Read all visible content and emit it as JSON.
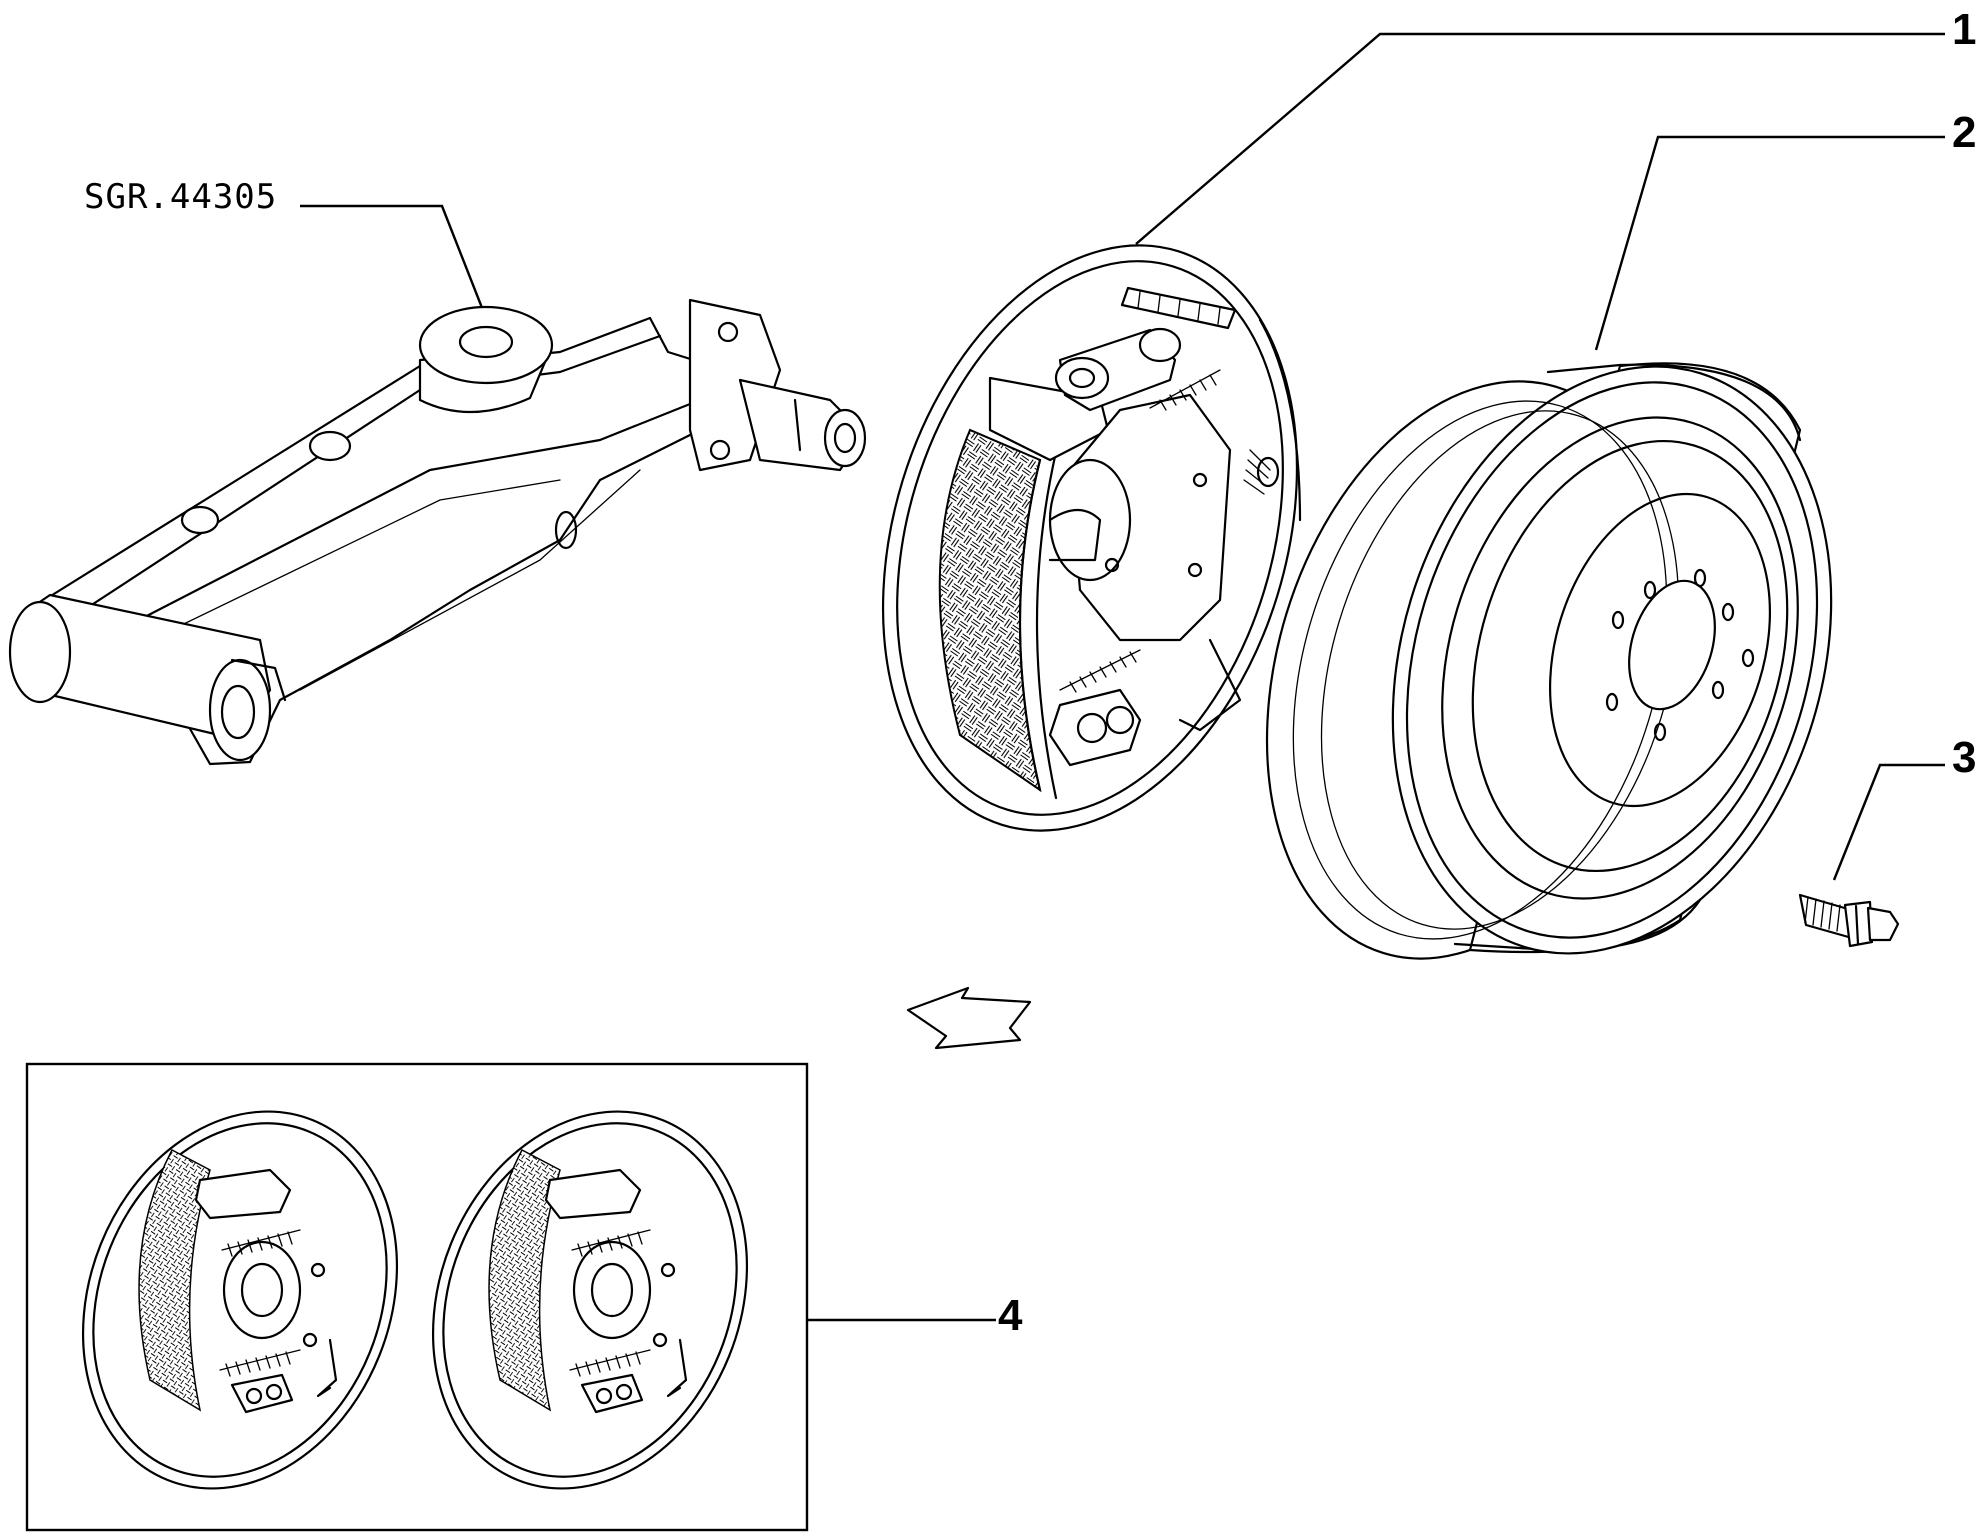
{
  "labels": {
    "ref_code": "SGR.44305",
    "item_1": "1",
    "item_2": "2",
    "item_3": "3",
    "item_4": "4"
  },
  "icons": {
    "trailing_arm": "trailing-arm-icon",
    "brake_backplate": "brake-backplate-assembly-icon",
    "brake_drum": "brake-drum-icon",
    "bolt": "bolt-icon",
    "direction_arrow": "arrow-icon",
    "kit_left": "brake-backplate-left-icon",
    "kit_right": "brake-backplate-right-icon"
  },
  "colors": {
    "line": "#000000",
    "background": "#ffffff"
  }
}
